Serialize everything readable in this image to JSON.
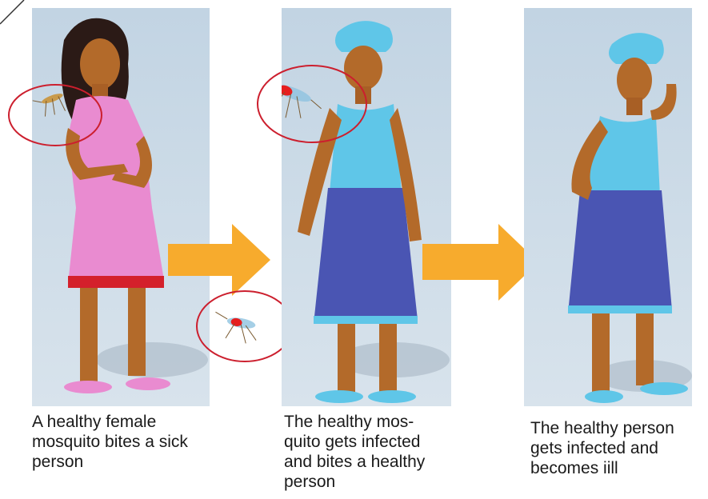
{
  "panels": [
    {
      "caption": "A healthy female\nmosquito bites a sick\nperson",
      "dress_color": "#e98bd0",
      "hem_color": "#d4202b",
      "hair": "long"
    },
    {
      "caption": "The healthy mos-\nquito gets infected\nand bites a healthy\nperson",
      "top_color": "#5fc6e8",
      "skirt_color": "#4a55b3",
      "head_wrap": "#5fc6e8"
    },
    {
      "caption": "The healthy person\ngets infected and\nbecomes iill",
      "top_color": "#5fc6e8",
      "skirt_color": "#4a55b3",
      "head_wrap": "#5fc6e8"
    }
  ],
  "colors": {
    "panel_background": "#c7d7e4",
    "arrow": "#f7ab2d",
    "highlight_circle": "#cc1f2e",
    "skin": "#b36a2a",
    "infected_spot": "#e61e1e"
  },
  "icons": [
    "mosquito-icon",
    "arrow-right-icon",
    "highlight-circle"
  ]
}
